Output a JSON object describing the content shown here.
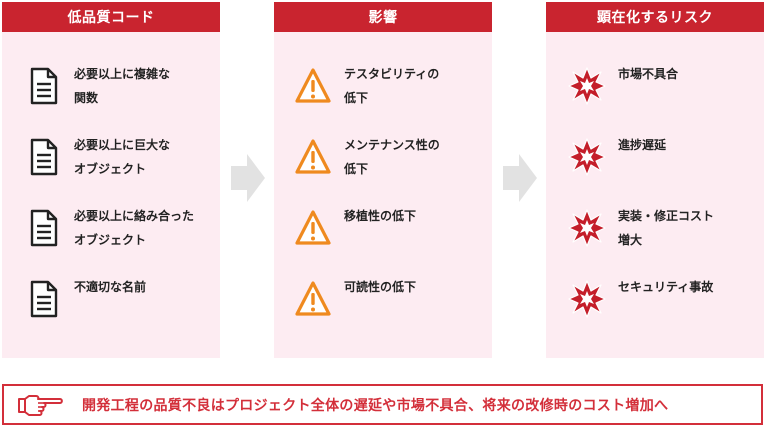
{
  "columns": [
    {
      "title": "低品質コード",
      "icon": "document-icon",
      "items": [
        "必要以上に複雑な\n関数",
        "必要以上に巨大な\nオブジェクト",
        "必要以上に絡み合った\nオブジェクト",
        "不適切な名前"
      ]
    },
    {
      "title": "影響",
      "icon": "warning-icon",
      "items": [
        "テスタビリティの\n低下",
        "メンテナンス性の\n低下",
        "移植性の低下",
        "可読性の低下"
      ]
    },
    {
      "title": "顕在化するリスク",
      "icon": "explosion-icon",
      "items": [
        "市場不具合",
        "進捗遅延",
        "実装・修正コスト\n増大",
        "セキュリティ事故"
      ]
    }
  ],
  "summary": {
    "icon": "pointing-hand-icon",
    "text": "開発工程の品質不良はプロジェクト全体の遅延や市場不具合、将来の改修時のコスト増加へ"
  },
  "colors": {
    "header_red": "#c9242f",
    "panel_pink": "#fdecf2",
    "warning_orange": "#ef8a1f",
    "explosion_red": "#c41e2a",
    "arrow_gray": "#e2e2e2",
    "text_dark": "#222222"
  }
}
